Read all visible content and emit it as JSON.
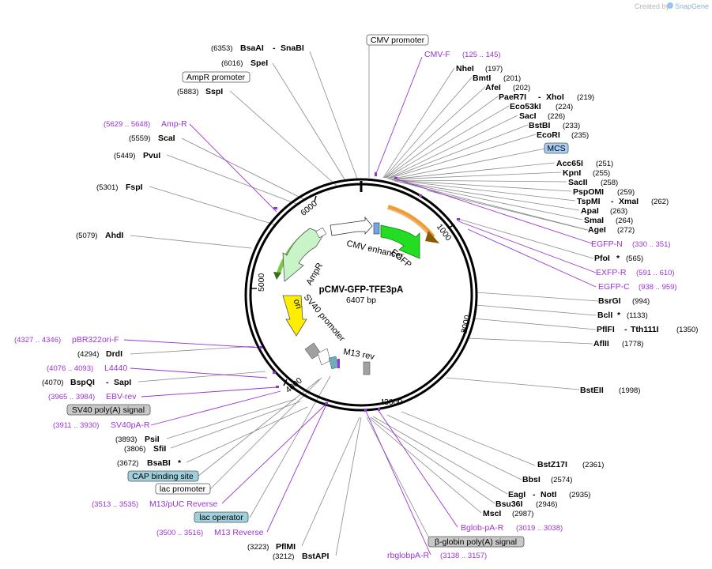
{
  "credit": {
    "prefix": "Created by",
    "brand": "SnapGene"
  },
  "plasmid": {
    "name": "pCMV-GFP-TFE3pA",
    "length_label": "6407 bp"
  },
  "ticks": [
    "1000",
    "2000",
    "3000",
    "4000",
    "5000",
    "6000"
  ],
  "enzymes": [
    {
      "name": "BsaAI",
      "name2": "SnaBI",
      "position": "(6353)"
    },
    {
      "name": "SpeI",
      "position": "(6016)"
    },
    {
      "name": "SspI",
      "position": "(5883)"
    },
    {
      "name": "ScaI",
      "position": "(5559)"
    },
    {
      "name": "PvuI",
      "position": "(5449)"
    },
    {
      "name": "FspI",
      "position": "(5301)"
    },
    {
      "name": "AhdI",
      "position": "(5079)"
    },
    {
      "name": "DrdI",
      "position": "(4294)"
    },
    {
      "name": "BspQI",
      "name2": "SapI",
      "position": "(4070)"
    },
    {
      "name": "PsiI",
      "position": "(3893)"
    },
    {
      "name": "SfiI",
      "position": "(3806)"
    },
    {
      "name": "BsaBI",
      "star": "*",
      "position": "(3672)"
    },
    {
      "name": "PflMI",
      "position": "(3223)"
    },
    {
      "name": "BstAPI",
      "position": "(3212)"
    },
    {
      "name": "NheI",
      "position": "(197)"
    },
    {
      "name": "BmtI",
      "position": "(201)"
    },
    {
      "name": "AfeI",
      "position": "(202)"
    },
    {
      "name": "PaeR7I",
      "name2": "XhoI",
      "position": "(219)"
    },
    {
      "name": "Eco53kI",
      "position": "(224)"
    },
    {
      "name": "SacI",
      "position": "(226)"
    },
    {
      "name": "BstBI",
      "position": "(233)"
    },
    {
      "name": "EcoRI",
      "position": "(235)"
    },
    {
      "name": "Acc65I",
      "position": "(251)"
    },
    {
      "name": "KpnI",
      "position": "(255)"
    },
    {
      "name": "SacII",
      "position": "(258)"
    },
    {
      "name": "PspOMI",
      "position": "(259)"
    },
    {
      "name": "TspMI",
      "name2": "XmaI",
      "position": "(262)"
    },
    {
      "name": "ApaI",
      "position": "(263)"
    },
    {
      "name": "SmaI",
      "position": "(264)"
    },
    {
      "name": "AgeI",
      "position": "(272)"
    },
    {
      "name": "PfoI",
      "star": "*",
      "position": "(565)"
    },
    {
      "name": "BsrGI",
      "position": "(994)"
    },
    {
      "name": "BclI",
      "star": "*",
      "position": "(1133)"
    },
    {
      "name": "PflFI",
      "name2": "Tth111I",
      "position": "(1350)"
    },
    {
      "name": "AflII",
      "position": "(1778)"
    },
    {
      "name": "BstEII",
      "position": "(1998)"
    },
    {
      "name": "BstZ17I",
      "position": "(2361)"
    },
    {
      "name": "BbsI",
      "position": "(2574)"
    },
    {
      "name": "EagI",
      "name2": "NotI",
      "position": "(2935)"
    },
    {
      "name": "Bsu36I",
      "position": "(2946)"
    },
    {
      "name": "MscI",
      "position": "(2987)"
    }
  ],
  "primers": [
    {
      "name": "CMV-F",
      "range": "(125 .. 145)"
    },
    {
      "name": "Amp-R",
      "range": "(5629 .. 5648)"
    },
    {
      "name": "pBR322ori-F",
      "range": "(4327 .. 4346)"
    },
    {
      "name": "L4440",
      "range": "(4076 .. 4093)"
    },
    {
      "name": "EBV-rev",
      "range": "(3965 .. 3984)"
    },
    {
      "name": "SV40pA-R",
      "range": "(3911 .. 3930)"
    },
    {
      "name": "M13/pUC Reverse",
      "range": "(3513 .. 3535)"
    },
    {
      "name": "M13 Reverse",
      "range": "(3500 .. 3516)"
    },
    {
      "name": "rbglobpA-R",
      "range": "(3138 .. 3157)"
    },
    {
      "name": "EGFP-N",
      "range": "(330 .. 351)"
    },
    {
      "name": "EXFP-R",
      "range": "(591 .. 610)"
    },
    {
      "name": "EGFP-C",
      "range": "(938 .. 959)"
    },
    {
      "name": "Bglob-pA-R",
      "range": "(3019 .. 3038)"
    }
  ],
  "feature_boxes": [
    {
      "label": "CMV promoter",
      "fill": "#ffffff"
    },
    {
      "label": "AmpR promoter",
      "fill": "#ffffff"
    },
    {
      "label": "MCS",
      "fill": "#a9cdf5"
    },
    {
      "label": "SV40 poly(A) signal",
      "fill": "#c8c8c8"
    },
    {
      "label": "CAP binding site",
      "fill": "#9fd0dc"
    },
    {
      "label": "lac promoter",
      "fill": "#ffffff"
    },
    {
      "label": "lac operator",
      "fill": "#9fd0dc"
    },
    {
      "label": "β-globin poly(A) signal",
      "fill": "#c8c8c8"
    }
  ],
  "inner_labels": {
    "cmv_enhancer": "CMV enhancer",
    "egfp": "EGFP",
    "ampr": "AmpR",
    "sv40_promoter": "SV40 promoter",
    "ori": "ori",
    "m13_rev": "M13 rev"
  },
  "colors": {
    "primer": "#9a33d6",
    "egfp": "#22dd22",
    "ampr": "#c8f4c8",
    "ori": "#ffee00",
    "orange": "#f39c2b",
    "line": "#8a8a8a"
  }
}
